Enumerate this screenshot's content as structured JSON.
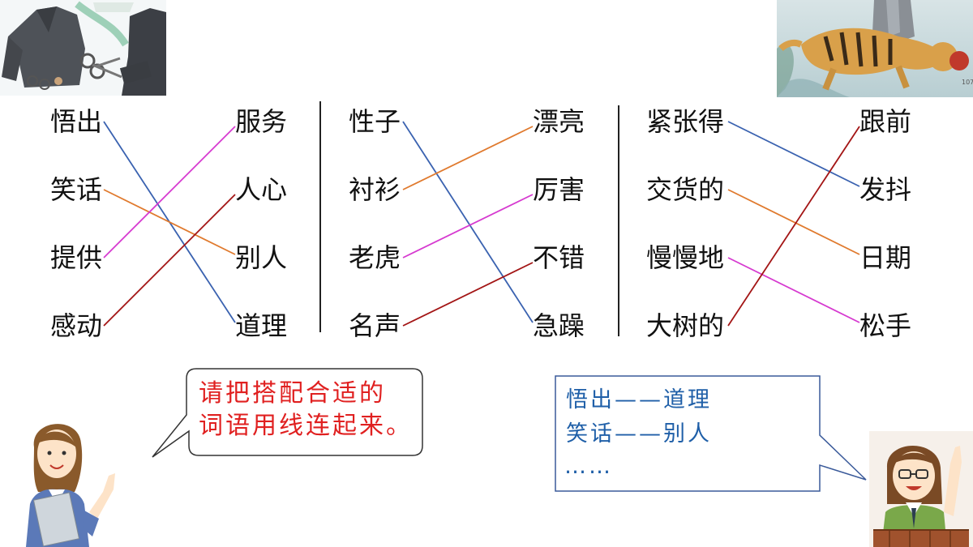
{
  "groups": [
    {
      "left": [
        "悟出",
        "笑话",
        "提供",
        "感动"
      ],
      "right": [
        "服务",
        "人心",
        "别人",
        "道理"
      ],
      "matches": [
        {
          "from": 0,
          "to": 3,
          "color": "#3a62b0"
        },
        {
          "from": 1,
          "to": 2,
          "color": "#e07a2e"
        },
        {
          "from": 2,
          "to": 0,
          "color": "#d63ad0"
        },
        {
          "from": 3,
          "to": 1,
          "color": "#a31515"
        }
      ]
    },
    {
      "left": [
        "性子",
        "衬衫",
        "老虎",
        "名声"
      ],
      "right": [
        "漂亮",
        "厉害",
        "不错",
        "急躁"
      ],
      "matches": [
        {
          "from": 0,
          "to": 3,
          "color": "#3a62b0"
        },
        {
          "from": 1,
          "to": 0,
          "color": "#e07a2e"
        },
        {
          "from": 2,
          "to": 1,
          "color": "#d63ad0"
        },
        {
          "from": 3,
          "to": 2,
          "color": "#a31515"
        }
      ]
    },
    {
      "left": [
        "紧张得",
        "交货的",
        "慢慢地",
        "大树的"
      ],
      "right": [
        "跟前",
        "发抖",
        "日期",
        "松手"
      ],
      "matches": [
        {
          "from": 0,
          "to": 1,
          "color": "#3a62b0"
        },
        {
          "from": 1,
          "to": 2,
          "color": "#e07a2e"
        },
        {
          "from": 2,
          "to": 3,
          "color": "#d63ad0"
        },
        {
          "from": 3,
          "to": 0,
          "color": "#a31515"
        }
      ]
    }
  ],
  "teacher_bubble": {
    "line1": "请把搭配合适的",
    "line2": "词语用线连起来。",
    "text_color": "#e02020"
  },
  "student_bubble": {
    "line1": "悟出——道理",
    "line2": "笑话——别人",
    "line3": "……",
    "text_color": "#1f5fa8",
    "border_color": "#3a5a9a"
  },
  "page_number": "107",
  "icons": [
    "clothes-sewing-illustration",
    "tiger-illustration",
    "teacher-avatar",
    "student-avatar"
  ]
}
